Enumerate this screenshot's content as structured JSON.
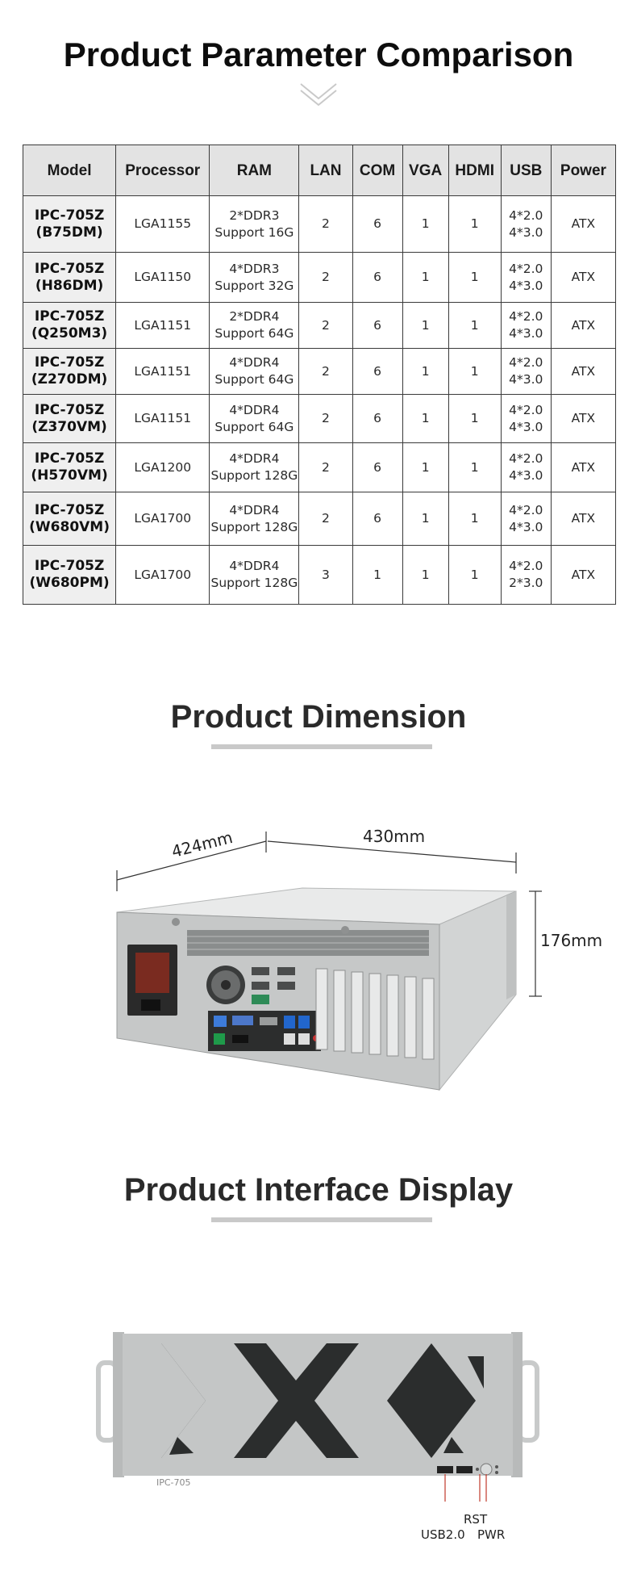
{
  "sections": {
    "parameters_title": "Product Parameter Comparison",
    "dimension_title": "Product Dimension",
    "interface_title": "Product Interface Display"
  },
  "table": {
    "headers": [
      "Model",
      "Processor",
      "RAM",
      "LAN",
      "COM",
      "VGA",
      "HDMI",
      "USB",
      "Power"
    ],
    "rows": [
      {
        "model_line1": "IPC-705Z",
        "model_line2": "(B75DM)",
        "processor": "LGA1155",
        "ram_line1": "2*DDR3",
        "ram_line2": "Support 16G",
        "lan": "2",
        "com": "6",
        "vga": "1",
        "hdmi": "1",
        "usb_line1": "4*2.0",
        "usb_line2": "4*3.0",
        "power": "ATX"
      },
      {
        "model_line1": "IPC-705Z",
        "model_line2": "(H86DM)",
        "processor": "LGA1150",
        "ram_line1": "4*DDR3",
        "ram_line2": "Support 32G",
        "lan": "2",
        "com": "6",
        "vga": "1",
        "hdmi": "1",
        "usb_line1": "4*2.0",
        "usb_line2": "4*3.0",
        "power": "ATX"
      },
      {
        "model_line1": "IPC-705Z",
        "model_line2": "(Q250M3)",
        "processor": "LGA1151",
        "ram_line1": "2*DDR4",
        "ram_line2": "Support 64G",
        "lan": "2",
        "com": "6",
        "vga": "1",
        "hdmi": "1",
        "usb_line1": "4*2.0",
        "usb_line2": "4*3.0",
        "power": "ATX"
      },
      {
        "model_line1": "IPC-705Z",
        "model_line2": "(Z270DM)",
        "processor": "LGA1151",
        "ram_line1": "4*DDR4",
        "ram_line2": "Support 64G",
        "lan": "2",
        "com": "6",
        "vga": "1",
        "hdmi": "1",
        "usb_line1": "4*2.0",
        "usb_line2": "4*3.0",
        "power": "ATX"
      },
      {
        "model_line1": "IPC-705Z",
        "model_line2": "(Z370VM)",
        "processor": "LGA1151",
        "ram_line1": "4*DDR4",
        "ram_line2": "Support 64G",
        "lan": "2",
        "com": "6",
        "vga": "1",
        "hdmi": "1",
        "usb_line1": "4*2.0",
        "usb_line2": "4*3.0",
        "power": "ATX"
      },
      {
        "model_line1": "IPC-705Z",
        "model_line2": "(H570VM)",
        "processor": "LGA1200",
        "ram_line1": "4*DDR4",
        "ram_line2": "Support 128G",
        "lan": "2",
        "com": "6",
        "vga": "1",
        "hdmi": "1",
        "usb_line1": "4*2.0",
        "usb_line2": "4*3.0",
        "power": "ATX"
      },
      {
        "model_line1": "IPC-705Z",
        "model_line2": "(W680VM)",
        "processor": "LGA1700",
        "ram_line1": "4*DDR4",
        "ram_line2": "Support 128G",
        "lan": "2",
        "com": "6",
        "vga": "1",
        "hdmi": "1",
        "usb_line1": "4*2.0",
        "usb_line2": "4*3.0",
        "power": "ATX"
      },
      {
        "model_line1": "IPC-705Z",
        "model_line2": "(W680PM)",
        "processor": "LGA1700",
        "ram_line1": "4*DDR4",
        "ram_line2": "Support 128G",
        "lan": "3",
        "com": "1",
        "vga": "1",
        "hdmi": "1",
        "usb_line1": "4*2.0",
        "usb_line2": "2*3.0",
        "power": "ATX"
      }
    ]
  },
  "dimensions": {
    "depth": "424mm",
    "width": "430mm",
    "height": "176mm"
  },
  "front_panel": {
    "chassis_label": "IPC-705",
    "usb_label": "USB2.0",
    "rst_label": "RST",
    "pwr_label": "PWR"
  },
  "colors": {
    "header_bg": "#e3e3e3",
    "model_bg": "#efefef",
    "chassis_silver": "#c4c6c6",
    "callout_red": "#c0392b"
  }
}
